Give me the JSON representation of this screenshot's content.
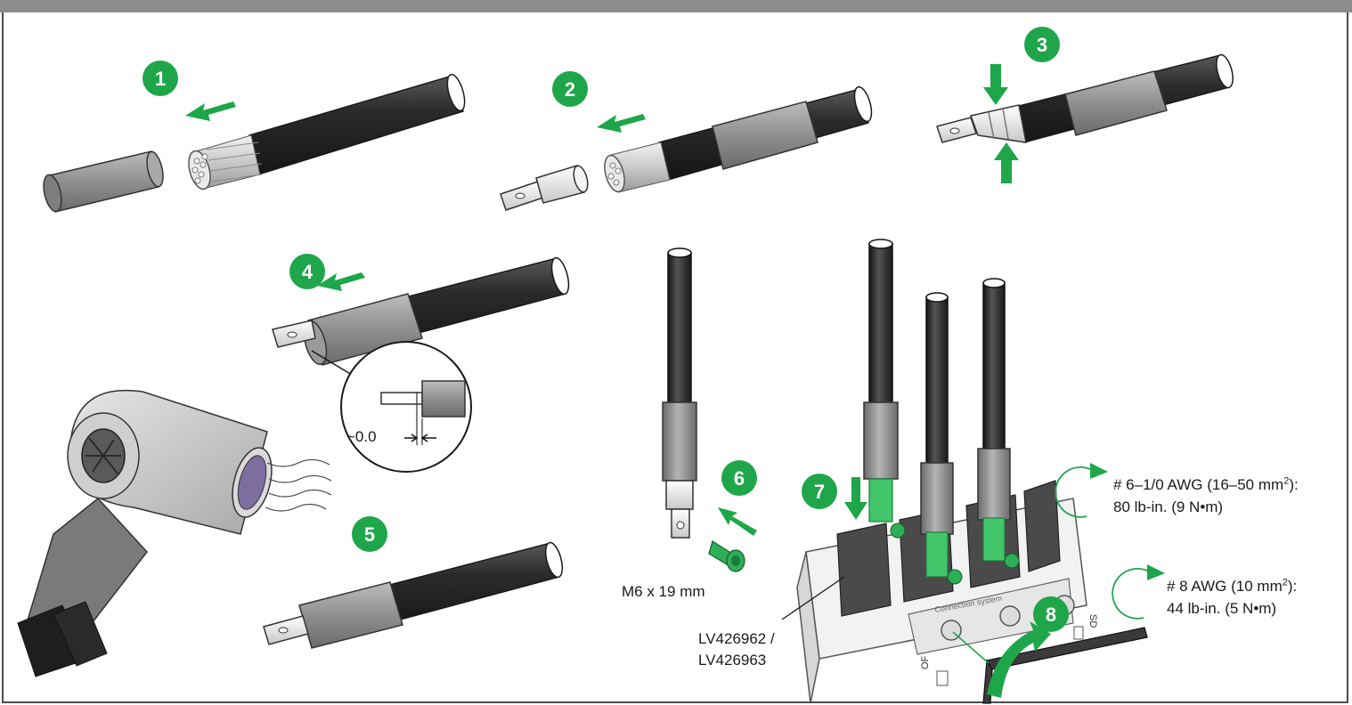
{
  "colors": {
    "accent_green": "#1fa64a",
    "cable_dark": "#2b2b2b",
    "sleeve_gray": "#8f8f8f",
    "frame_gray": "#8c8c8c"
  },
  "steps": [
    "1",
    "2",
    "3",
    "4",
    "5",
    "6",
    "7",
    "8"
  ],
  "labels": {
    "gap_detail": "~0.0",
    "screw_size": "M6 x 19 mm",
    "part_line1": "LV426962 /",
    "part_line2": "LV426963",
    "torque_large_a": "# 6–1/0 AWG (16–50 mm",
    "torque_large_sup": "2",
    "torque_large_b": "):",
    "torque_large_value": "80 lb-in. (9 N•m)",
    "torque_small_a": "# 8 AWG (10 mm",
    "torque_small_sup": "2",
    "torque_small_b": "):",
    "torque_small_value": "44 lb-in. (5 N•m)",
    "block_text": "Connection system",
    "switch_of": "OF",
    "switch_sd": "SD"
  },
  "icons": [
    "move-arrow-icon",
    "crimp-arrow-icon",
    "heat-gun-icon",
    "rotation-arrow-icon",
    "hex-key-icon",
    "screw-icon"
  ]
}
